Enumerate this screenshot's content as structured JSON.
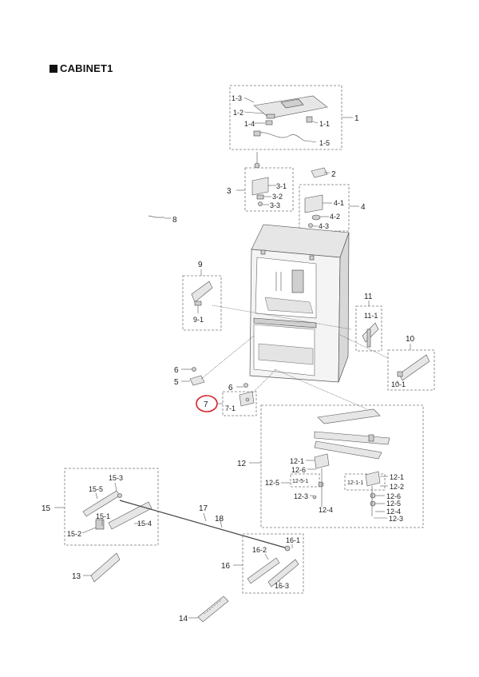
{
  "heading": "CABINET1",
  "highlight_color": "#d9242b",
  "labels": {
    "p1": "1",
    "p1_1": "1-1",
    "p1_2": "1-2",
    "p1_3": "1-3",
    "p1_4": "1-4",
    "p1_5": "1-5",
    "p2": "2",
    "p3": "3",
    "p3_1": "3-1",
    "p3_2": "3-2",
    "p3_3": "3-3",
    "p4": "4",
    "p4_1": "4-1",
    "p4_2": "4-2",
    "p4_3": "4-3",
    "p5": "5",
    "p6a": "6",
    "p6b": "6",
    "p7": "7",
    "p7_1": "7-1",
    "p8": "8",
    "p9": "9",
    "p9_1": "9-1",
    "p10": "10",
    "p10_1": "10-1",
    "p11": "11",
    "p11_1": "11-1",
    "p12": "12",
    "p12_1a": "12-1",
    "p12_1b": "12-1",
    "p12_1_1": "12-1-1",
    "p12_2": "12-2",
    "p12_3a": "12-3",
    "p12_3b": "12-3",
    "p12_4a": "12-4",
    "p12_4b": "12-4",
    "p12_5a": "12-5",
    "p12_5b": "12-5",
    "p12_5_1": "12-5-1",
    "p12_6a": "12-6",
    "p12_6b": "12-6",
    "p13": "13",
    "p14": "14",
    "p15": "15",
    "p15_1": "15-1",
    "p15_2": "15-2",
    "p15_3": "15-3",
    "p15_4": "15-4",
    "p15_5": "15-5",
    "p16": "16",
    "p16_1": "16-1",
    "p16_2": "16-2",
    "p16_3": "16-3",
    "p17": "17",
    "p18": "18"
  }
}
